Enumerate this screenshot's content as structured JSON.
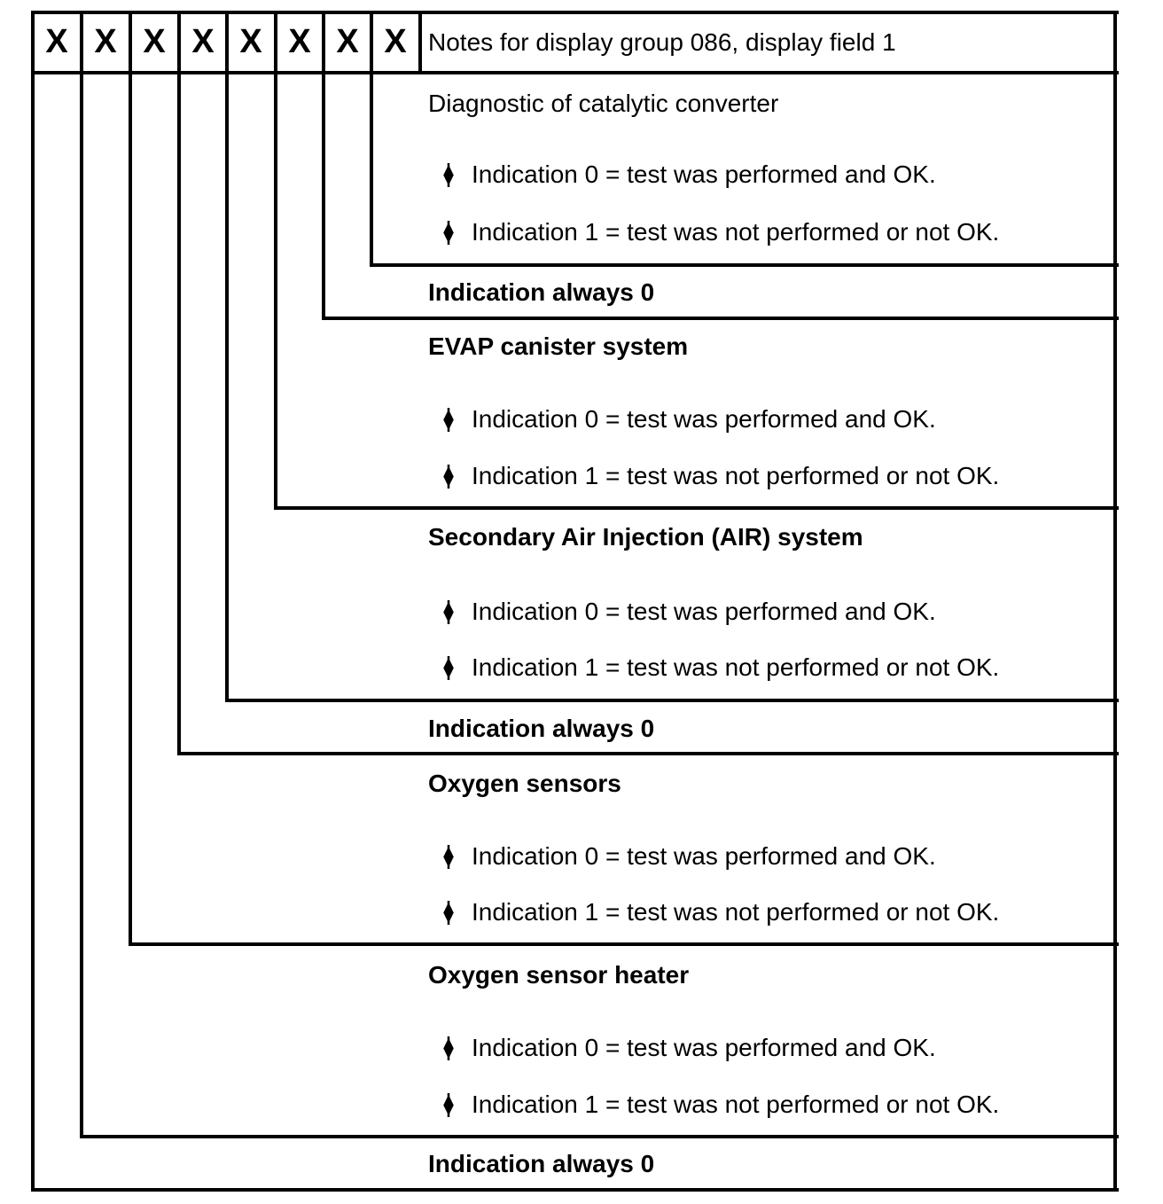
{
  "header": {
    "bit_cells": [
      "X",
      "X",
      "X",
      "X",
      "X",
      "X",
      "X",
      "X"
    ],
    "notes_label": "Notes for display group 086, display field 1"
  },
  "sections": [
    {
      "title": "Diagnostic of catalytic converter",
      "bullets": [
        "Indication 0 = test was performed and OK.",
        "Indication 1 = test was not performed or not OK."
      ]
    },
    {
      "title": "Indication always 0"
    },
    {
      "title": "EVAP canister system",
      "bullets": [
        "Indication 0 = test was performed and OK.",
        "Indication 1 = test was not performed or not OK."
      ]
    },
    {
      "title": "Secondary Air Injection (AIR) system",
      "bullets": [
        "Indication 0 = test was performed and OK.",
        "Indication 1 = test was not performed or not OK."
      ]
    },
    {
      "title": "Indication always 0"
    },
    {
      "title": "Oxygen sensors",
      "bullets": [
        "Indication 0 = test was performed and OK.",
        "Indication 1 = test was not performed or not OK."
      ]
    },
    {
      "title": "Oxygen sensor heater",
      "bullets": [
        "Indication 0 = test was performed and OK.",
        "Indication 1 = test was not performed or not OK."
      ]
    },
    {
      "title": "Indication always 0"
    }
  ],
  "colors": {
    "line": "#000000",
    "background": "#ffffff",
    "text": "#000000"
  }
}
